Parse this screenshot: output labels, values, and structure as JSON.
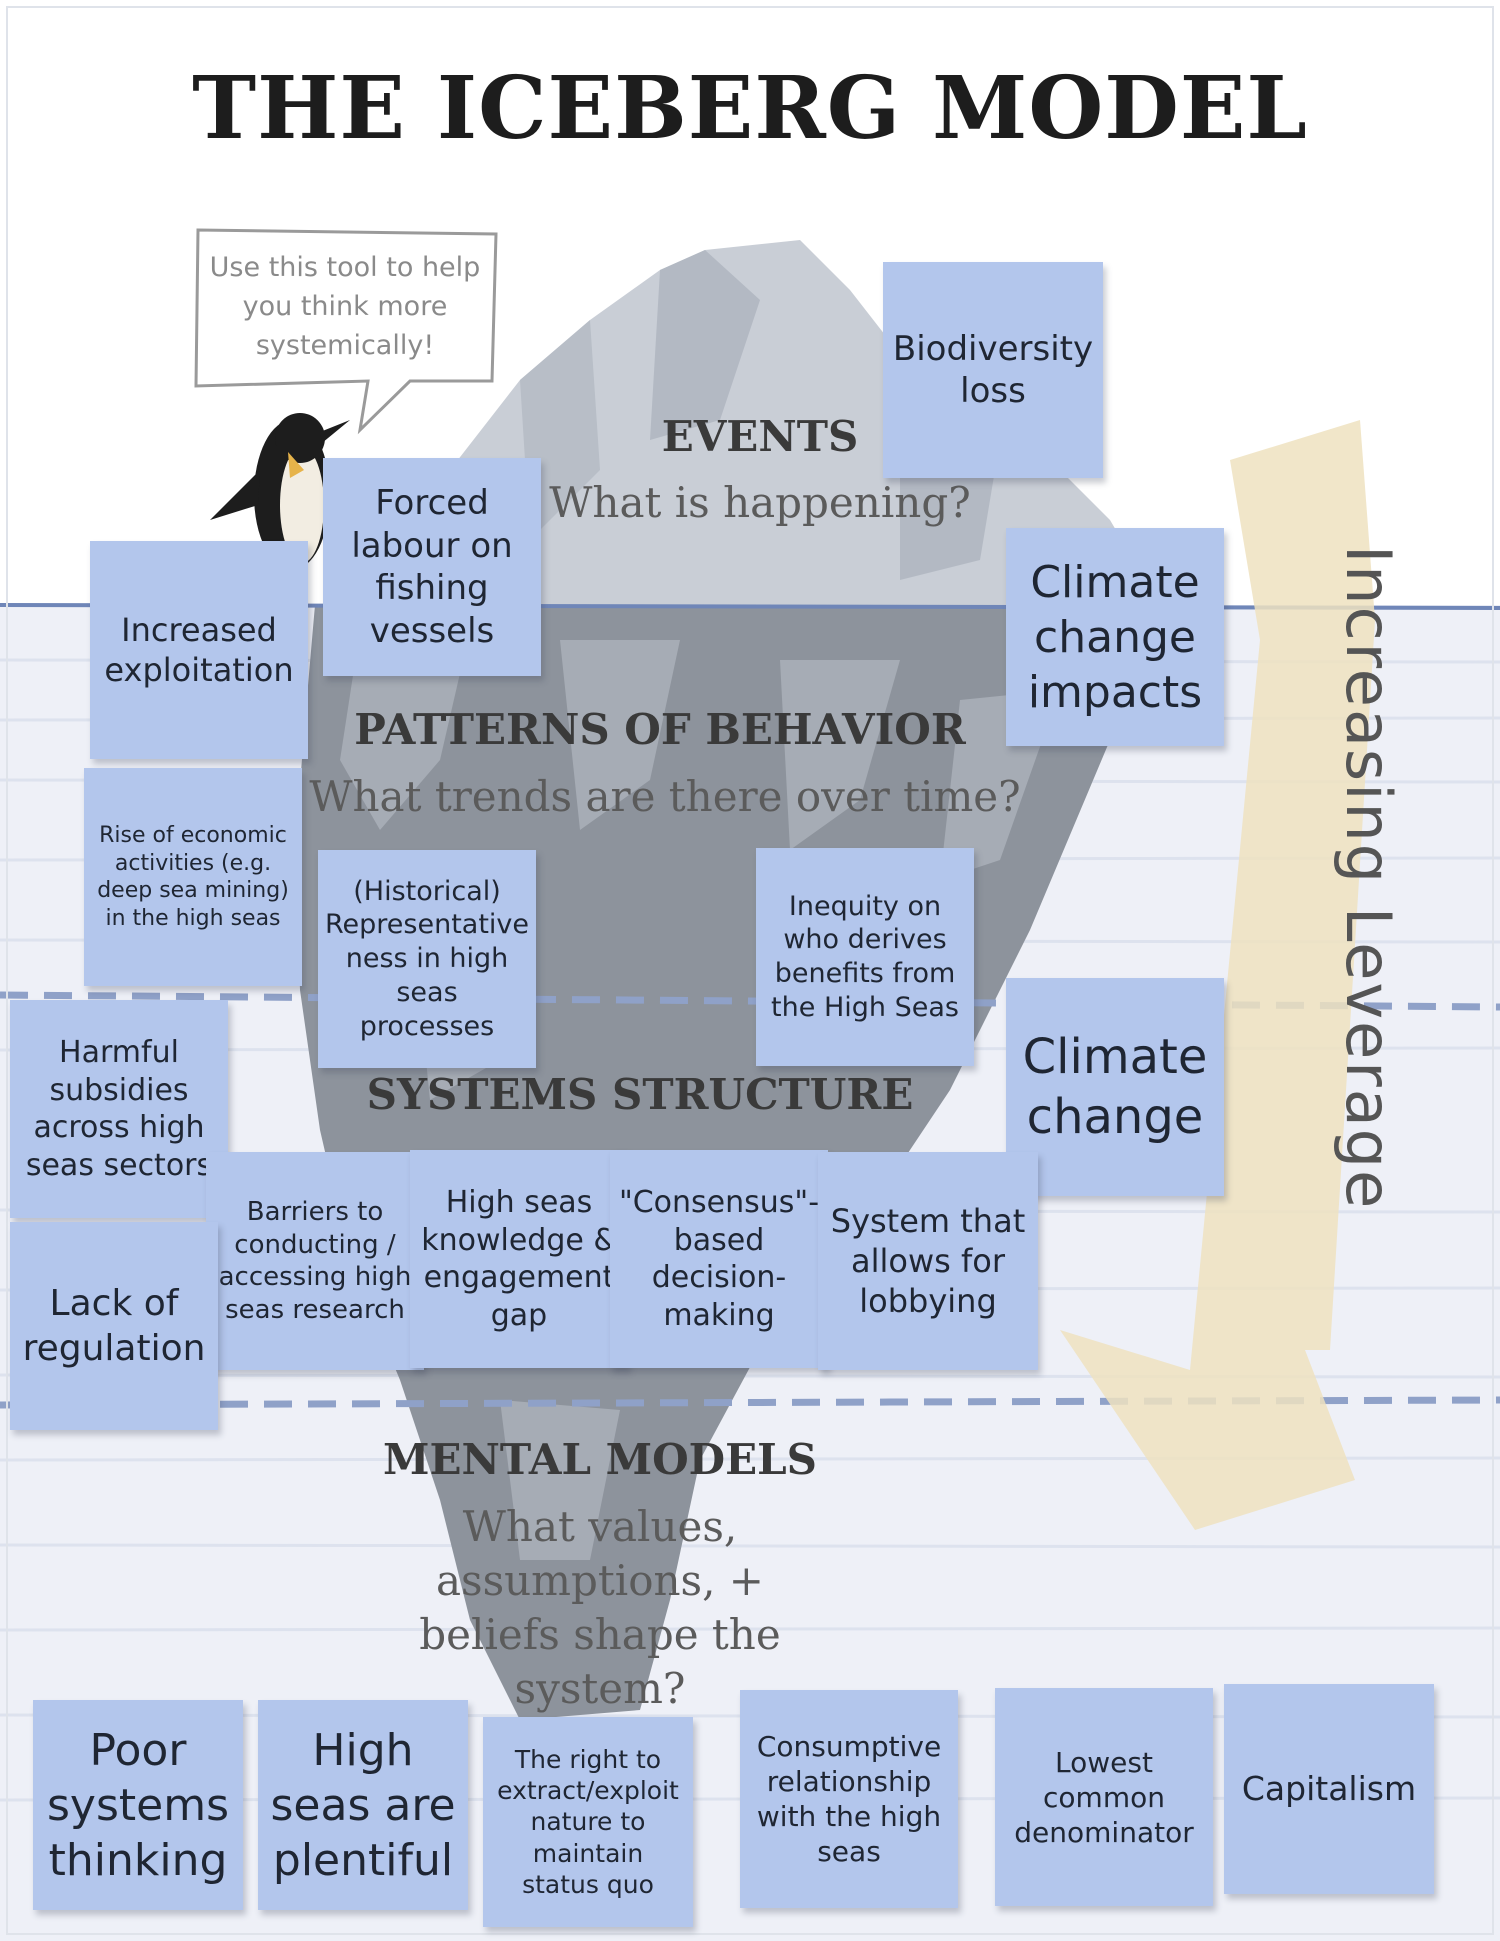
{
  "title": "THE ICEBERG MODEL",
  "speech_bubble": "Use this tool to help you think more systemically!",
  "arrow_label": "Increasing Leverage",
  "levels": [
    {
      "heading": "EVENTS",
      "question": "What is happening?"
    },
    {
      "heading": "PATTERNS OF BEHAVIOR",
      "question": "What trends are there over time?"
    },
    {
      "heading": "SYSTEMS STRUCTURE",
      "question": ""
    },
    {
      "heading": "MENTAL MODELS",
      "question": "What values, assumptions, + beliefs shape the system?"
    }
  ],
  "notes": {
    "events": [
      "Biodiversity loss",
      "Forced labour on fishing vessels",
      "Increased exploitation",
      "Climate change impacts"
    ],
    "patterns": [
      "Rise of economic activities (e.g. deep sea mining) in the high seas",
      "(Historical) Representative ness in high seas processes",
      "Inequity on who derives benefits from the High Seas",
      "Climate change"
    ],
    "structure": [
      "Harmful subsidies across high seas sectors",
      "Barriers to conducting / accessing high seas research",
      "High seas knowledge & engagement gap",
      "\"Consensus\"-based decision-making",
      "System that allows for lobbying",
      "Lack of regulation"
    ],
    "mental_models": [
      "Poor systems thinking",
      "High seas are plentiful",
      "The right to extract/exploit nature to maintain status quo",
      "Consumptive relationship with the high seas",
      "Lowest common denominator",
      "Capitalism"
    ]
  },
  "colors": {
    "sticky_note": "#b3c6ec",
    "water": "#eef0f7",
    "water_line": "#6f86b8",
    "iceberg_above": "#c9ced6",
    "iceberg_below": "#8d939c",
    "arrow": "#efe2c0"
  }
}
